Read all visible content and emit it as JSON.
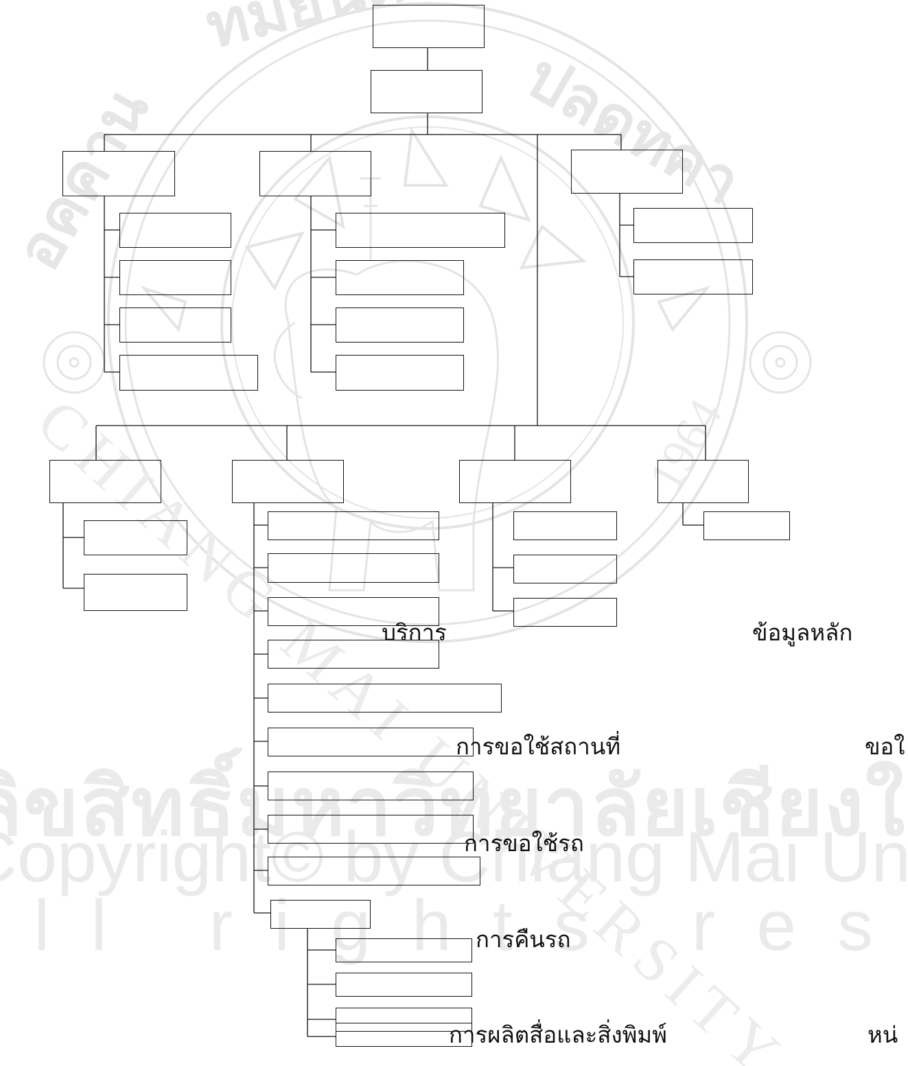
{
  "watermark": {
    "university_name_en": "CHIANG MAI UNIVERSITY",
    "founded_year": "1964",
    "copyright_thai": "ลิขสิทธิ์มหาวิทยาลัยเชียงใหม่",
    "copyright_line": "Copyright© by Chiang Mai University",
    "rights_line": "All rights reserved",
    "colors": {
      "watermark": "#e6e6e6",
      "lines": "#111111"
    }
  },
  "labels": {
    "service": "บริการ",
    "master_data": "ข้อมูลหลัก",
    "venue_request": "การขอใช้สถานที่",
    "venue_request_right": "ขอใ",
    "vehicle_request": "การขอใช้รถ",
    "vehicle_return": "การคืนรถ",
    "media_production": "การผลิตสื่อและสิ่งพิมพ์",
    "unit_right": "หน่"
  }
}
